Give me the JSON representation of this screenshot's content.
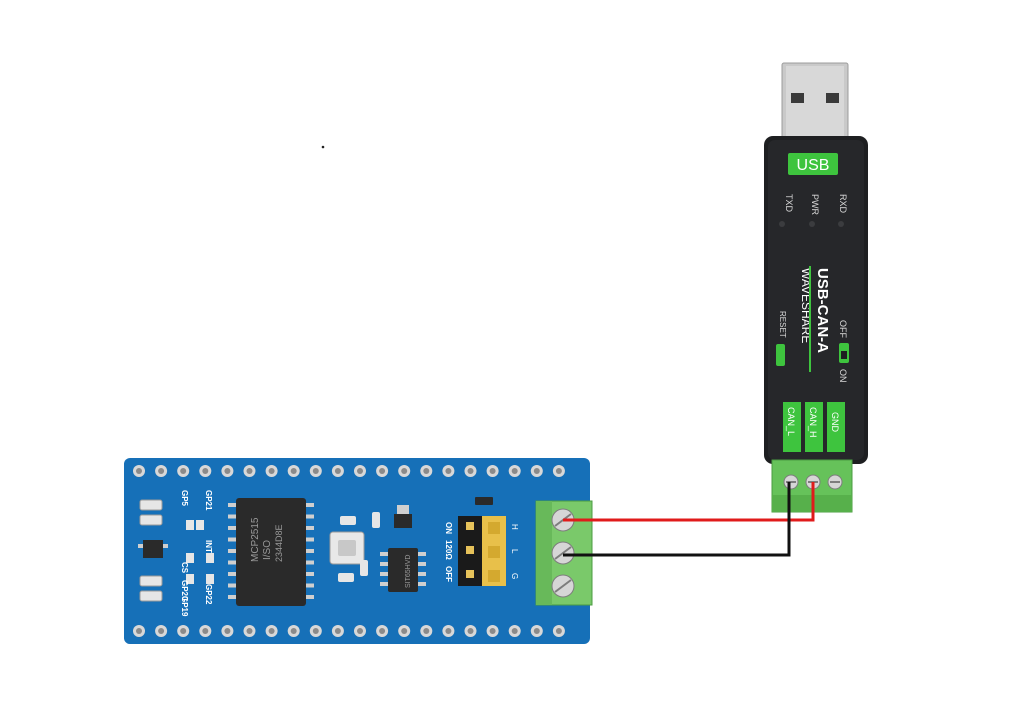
{
  "usb_can_a": {
    "usb_badge": "USB",
    "leds": [
      "TXD",
      "PWR",
      "RXD"
    ],
    "product_name": "USB-CAN-A",
    "brand": "WAVESHARE",
    "reset_label": "RESET",
    "switch_off": "OFF",
    "switch_on": "ON",
    "terminals": [
      "CAN_L",
      "CAN_H",
      "GND"
    ],
    "colors": {
      "body": "#1e1f21",
      "accent": "#3ec43e",
      "terminal": "#66c25a"
    }
  },
  "can_board": {
    "chip_main": "MCP2515",
    "chip_main_sub": "I/SO",
    "chip_main_code": "2344D8E",
    "chip_transceiver": "SIT65HVD",
    "pin_labels": [
      "GP21",
      "GP5",
      "INT",
      "CS",
      "GP20",
      "GP22",
      "GP19"
    ],
    "resistor_labels": [
      "ON",
      "120Ω",
      "OFF"
    ],
    "header_letters": [
      "H",
      "L",
      "G"
    ],
    "colors": {
      "pcb": "#1670b8",
      "terminal": "#7ac96a"
    }
  },
  "wires": {
    "can_h_color": "#e01b1b",
    "can_l_color": "#111111"
  }
}
